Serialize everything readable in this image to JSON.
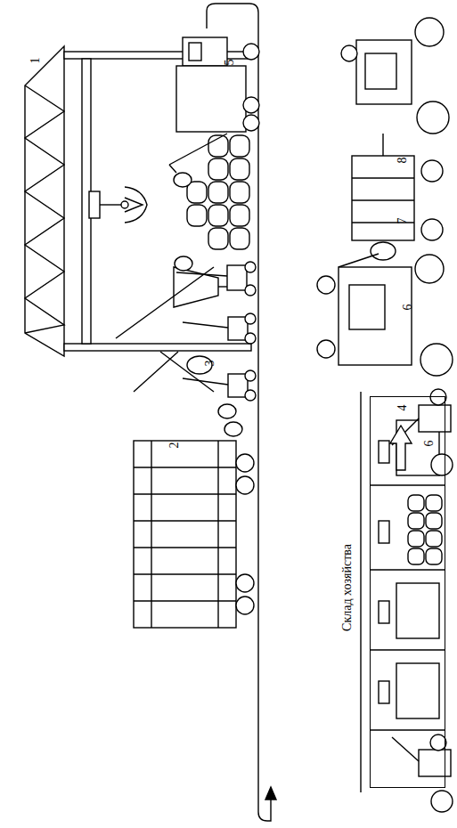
{
  "diagram": {
    "nodes": [
      {
        "text": [
          "Склад хозяйства"
        ]
      }
    ],
    "labels": [
      "1",
      "2",
      "3",
      "4",
      "5",
      "6",
      "6",
      "7",
      "8"
    ]
  }
}
